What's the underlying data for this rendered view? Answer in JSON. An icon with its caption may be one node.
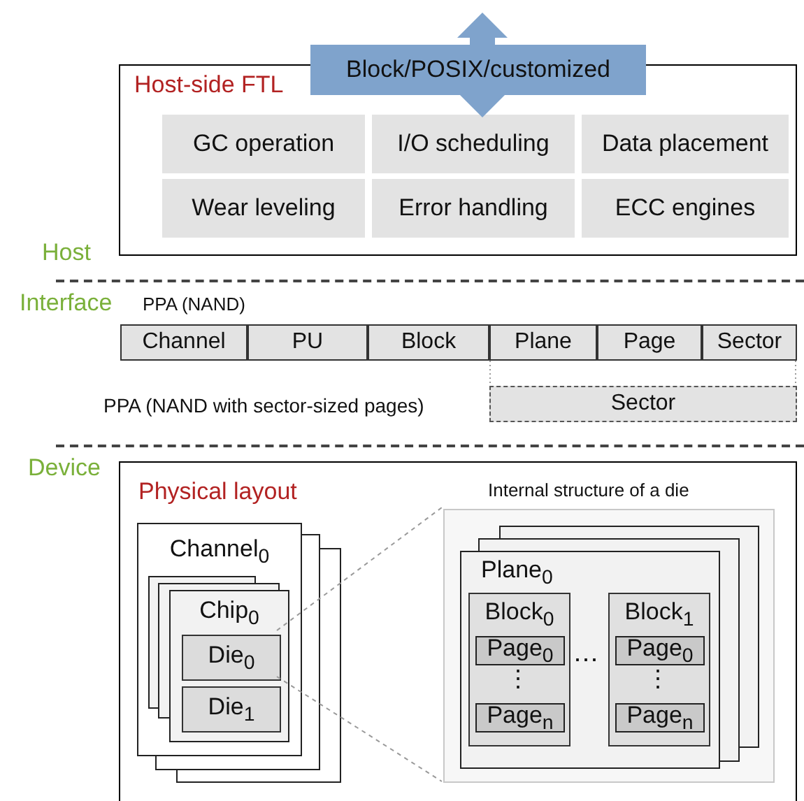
{
  "diagram": {
    "nodes": [
      {
        "text": [
          "Host-side FTL"
        ]
      },
      {
        "text": [
          "Block/POSIX/customized"
        ]
      },
      {
        "text": [
          "GC operation"
        ],
        "in": 0
      },
      {
        "text": [
          "I/O scheduling"
        ],
        "in": 0
      },
      {
        "text": [
          "Data placement"
        ],
        "in": 0
      },
      {
        "text": [
          "Wear leveling"
        ],
        "in": 0
      },
      {
        "text": [
          "Error handling"
        ],
        "in": 0
      },
      {
        "text": [
          "ECC engines"
        ],
        "in": 0
      },
      {
        "text": [
          "Channel"
        ]
      },
      {
        "text": [
          "PU"
        ]
      },
      {
        "text": [
          "Block"
        ]
      },
      {
        "text": [
          "Plane"
        ]
      },
      {
        "text": [
          "Page"
        ]
      },
      {
        "text": [
          "Sector"
        ]
      },
      {
        "text": [
          "Sector"
        ]
      },
      {
        "text": [
          "Physical layout"
        ]
      },
      {
        "text": [
          "Channel$_{0}$"
        ],
        "in": 15
      },
      {
        "text": [
          "Chip$_{0}$"
        ],
        "in": 16
      },
      {
        "text": [
          "Die$_{0}$"
        ],
        "in": 17
      },
      {
        "text": [
          "Die$_{1}$"
        ],
        "in": 17
      },
      {
        "text": [
          "Internal structure of a die"
        ],
        "in": 15
      },
      {
        "text": [
          "Plane$_{0}$"
        ],
        "in": 20
      },
      {
        "text": [
          "Block$_{0}$"
        ],
        "in": 21
      },
      {
        "text": [
          "Page$_{0}$"
        ],
        "in": 22
      },
      {
        "text": [
          "Page$_{n}$"
        ],
        "in": 22
      },
      {
        "text": [
          "Block$_{1}$"
        ],
        "in": 21
      },
      {
        "text": [
          "Page$_{0}$"
        ],
        "in": 25
      },
      {
        "text": [
          "Page$_{n}$"
        ],
        "in": 25
      }
    ],
    "edges": [
      {
        "from": 18,
        "to": 20,
        "arrow": "none",
        "style": "dashed"
      },
      {
        "from": 18,
        "to": 20,
        "arrow": "none",
        "style": "dashed"
      },
      {
        "from": 11,
        "to": 14,
        "arrow": "none",
        "style": "dashed"
      },
      {
        "from": 13,
        "to": 14,
        "arrow": "none",
        "style": "dashed"
      },
      {
        "from": null,
        "to": 3,
        "arrow": "both",
        "color": "#7fa3cc"
      }
    ],
    "labels": [
      "Host",
      "Interface",
      "PPA (NAND)",
      "PPA (NAND with sector-sized pages)",
      "Device",
      "⋮",
      "⋯",
      "⋮"
    ]
  }
}
